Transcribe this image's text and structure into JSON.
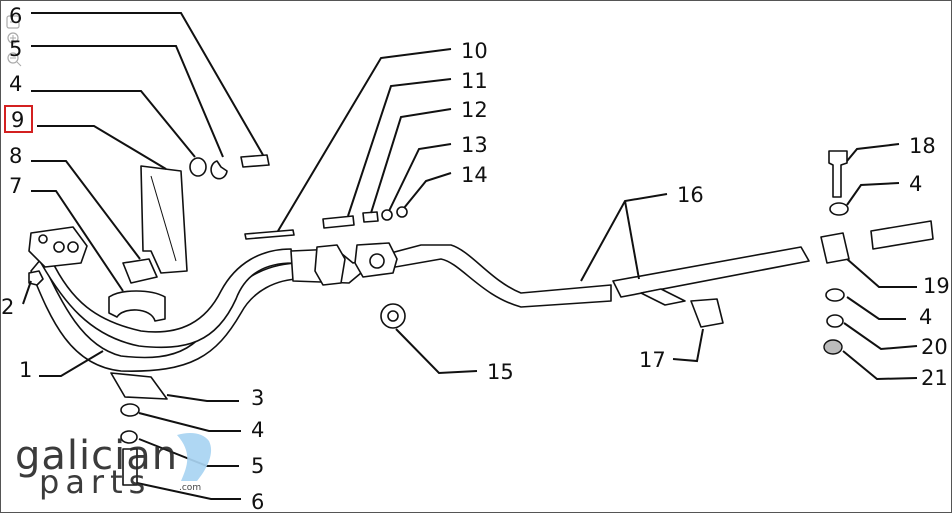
{
  "callouts": {
    "c6_top": "6",
    "c5_top": "5",
    "c4_top": "4",
    "c9": "9",
    "c8": "8",
    "c7": "7",
    "c2": "2",
    "c1": "1",
    "c10": "10",
    "c11": "11",
    "c12": "12",
    "c13": "13",
    "c14": "14",
    "c15": "15",
    "c16": "16",
    "c17": "17",
    "c18": "18",
    "c4_r1": "4",
    "c19": "19",
    "c4_r2": "4",
    "c20": "20",
    "c21": "21",
    "c3": "3",
    "c4_bot": "4",
    "c5_bot": "5",
    "c6_bot": "6"
  },
  "selected_callout": "9",
  "highlight_color": "#d32020",
  "watermark": {
    "line1": "galician",
    "line2": "parts",
    "suffix": ".com",
    "accent_color": "#a9d4f2"
  },
  "zoom_controls": [
    "zoom-reset-icon",
    "zoom-in-icon",
    "zoom-out-icon"
  ]
}
